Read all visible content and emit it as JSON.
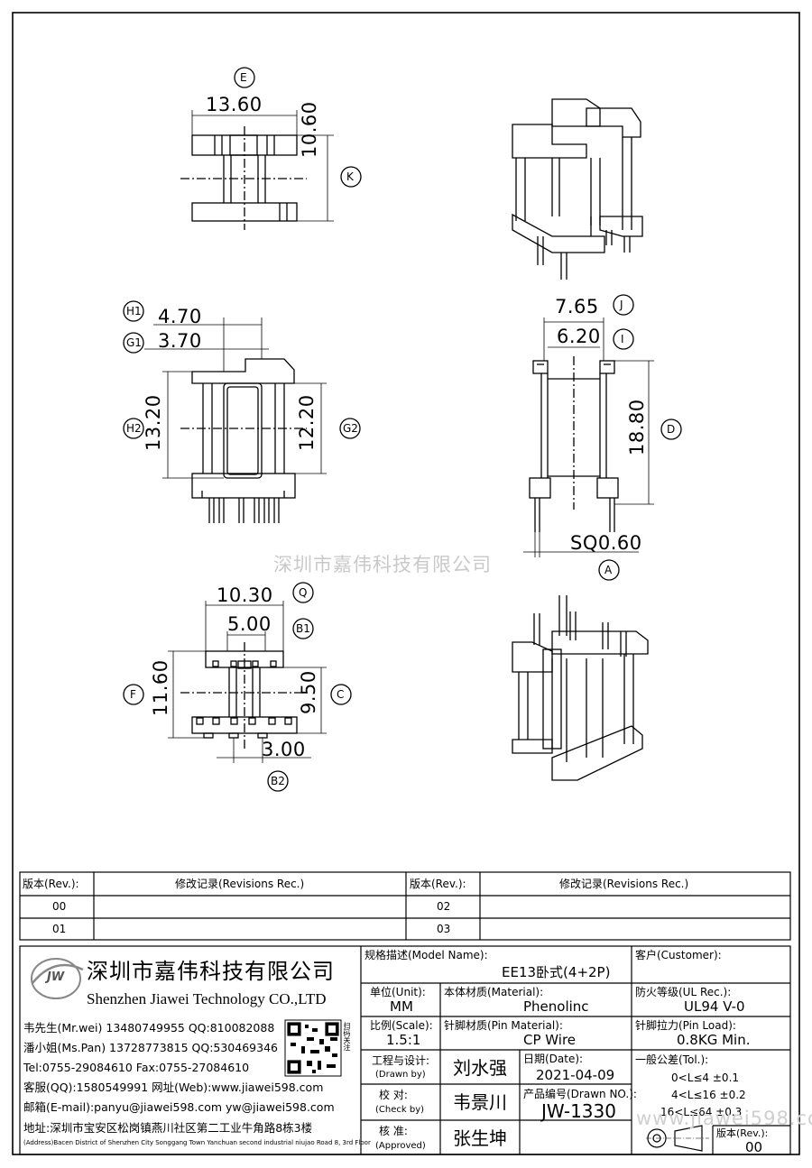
{
  "dimensions": {
    "E": "E",
    "E_val": "13.60",
    "K": "K",
    "K_val": "10.60",
    "H1": "H1",
    "H1_val": "4.70",
    "G1": "G1",
    "G1_val": "3.70",
    "H2": "H2",
    "H2_val": "13.20",
    "G2": "G2",
    "G2_val": "12.20",
    "J": "J",
    "J_val": "7.65",
    "I": "I",
    "I_val": "6.20",
    "D": "D",
    "D_val": "18.80",
    "A": "A",
    "A_val": "SQ0.60",
    "Q": "Q",
    "Q_val": "10.30",
    "B1": "B1",
    "B1_val": "5.00",
    "F": "F",
    "F_val": "11.60",
    "C": "C",
    "C_val": "9.50",
    "B2": "B2",
    "B2_val": "3.00"
  },
  "watermark": "深圳市嘉伟科技有限公司",
  "watermark_url": "www.jiawei598.com",
  "revisions": {
    "rev_header": "版本(Rev.):",
    "rec_header": "修改记录(Revisions Rec.)",
    "r00": "00",
    "r01": "01",
    "r02": "02",
    "r03": "03"
  },
  "company": {
    "logo_text": "JW",
    "name_cn": "深圳市嘉伟科技有限公司",
    "name_en": "Shenzhen Jiawei Technology CO.,LTD",
    "contact1": "韦先生(Mr.wei) 13480749955 QQ:810082088",
    "contact2": "潘小姐(Ms.Pan) 13728773815 QQ:530469346",
    "contact3": "Tel:0755-29084610      Fax:0755-27084610",
    "contact4": "客服(QQ):1580549991   网址(Web):www.jiawei598.com",
    "contact5": "邮箱(E-mail):panyu@jiawei598.com  yw@jiawei598.com",
    "address_cn": "地址:深圳市宝安区松岗镇燕川社区第二工业牛角路8栋3楼",
    "address_en": "(Address)Bacen District of Shenzhen City Songgang Town Yanchuan  second industrial niujao Road 8, 3rd Floor",
    "qr_text": "扫码关注"
  },
  "titleblock": {
    "model_label": "规格描述(Model Name):",
    "model_value": "EE13卧式(4+2P)",
    "customer_label": "客户(Customer):",
    "customer_value": "",
    "unit_label": "单位(Unit):",
    "unit_value": "MM",
    "material_label": "本体材质(Material):",
    "material_value": "Phenolinc",
    "ul_label": "防火等级(UL Rec.):",
    "ul_value": "UL94 V-0",
    "scale_label": "比例(Scale):",
    "scale_value": "1.5:1",
    "pin_label": "针脚材质(Pin Material):",
    "pin_value": "CP Wire",
    "load_label": "针脚拉力(Pin Load):",
    "load_value": "0.8KG Min.",
    "drawn_label1": "工程与设计:",
    "drawn_label2": "(Drawn by)",
    "drawn_value": "刘水强",
    "date_label": "日期(Date):",
    "date_value": "2021-04-09",
    "check_label1": "校    对:",
    "check_label2": "(Check by)",
    "check_value": "韦景川",
    "dno_label": "产品编号(Drawn NO.):",
    "dno_value": "JW-1330",
    "appr_label1": "核    准:",
    "appr_label2": "(Approved)",
    "appr_value": "张生坤",
    "tol_label": "一般公差(Tol.):",
    "tol1": "0<L≤4    ±0.1",
    "tol2": "4<L≤16   ±0.2",
    "tol3": "16<L≤64 ±0.3",
    "rev_label": "版本(Rev.):",
    "rev_value": "00"
  }
}
